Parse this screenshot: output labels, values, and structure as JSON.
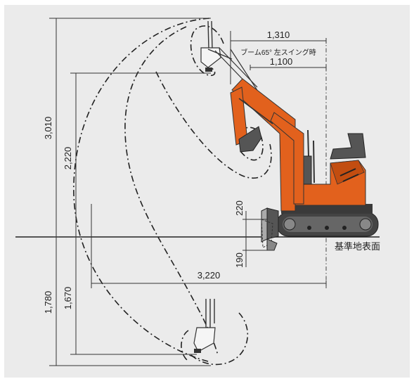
{
  "colors": {
    "background": "#ffffff",
    "panel": "#ebebeb",
    "machine_orange": "#e2611d",
    "machine_dark": "#333333",
    "line": "#333333"
  },
  "dimensions": {
    "max_reach_height": "3,010",
    "max_dump_height": "2,220",
    "max_dig_depth": "1,780",
    "vertical_wall_depth": "1,670",
    "blade_lift": "220",
    "blade_drop": "190",
    "max_reach_ground": "3,220",
    "offset_top": "1,310",
    "offset_swing_note": "ブーム65° 左スイング時",
    "offset_swing": "1,100"
  },
  "ground_label": "基準地表面"
}
